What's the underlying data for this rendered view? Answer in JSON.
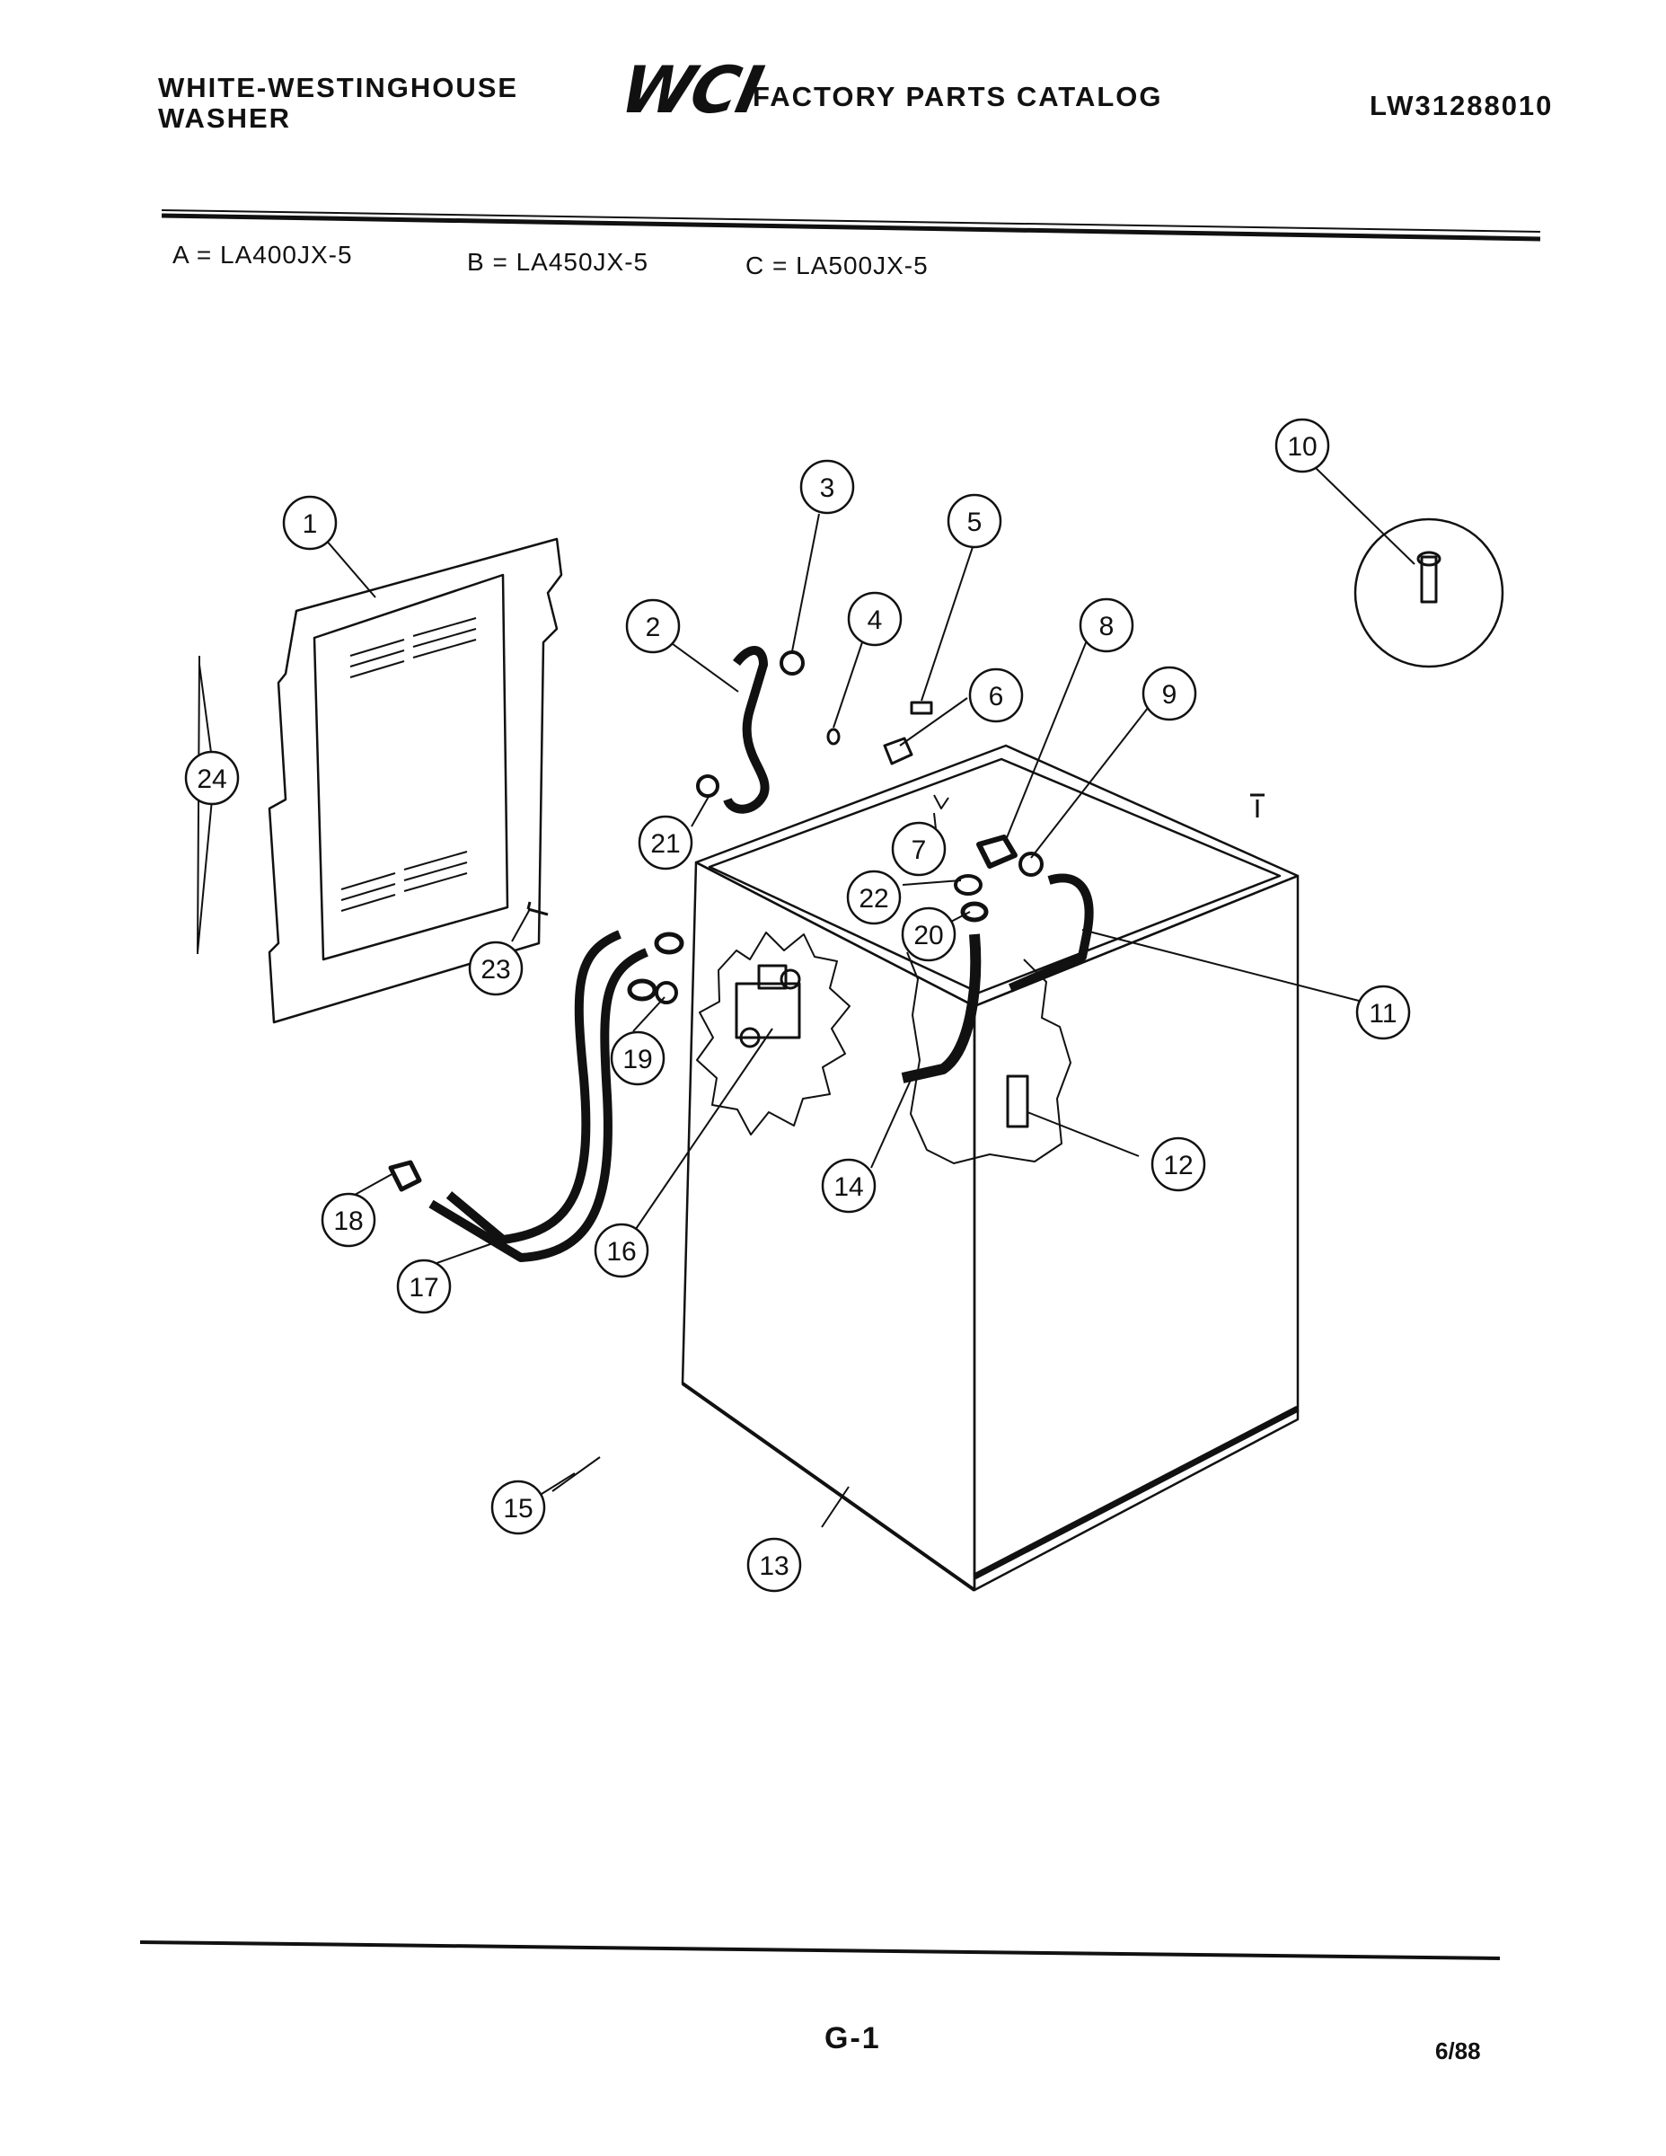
{
  "header": {
    "brand_line1": "WHITE-WESTINGHOUSE",
    "brand_line2": "WASHER",
    "logo": "WCI",
    "catalog_title": "FACTORY PARTS CATALOG",
    "doc_number": "LW31288010"
  },
  "models": [
    {
      "label": "A = LA400JX-5"
    },
    {
      "label": "B = LA450JX-5"
    },
    {
      "label": "C = LA500JX-5"
    }
  ],
  "callouts": [
    "1",
    "2",
    "3",
    "4",
    "5",
    "6",
    "7",
    "8",
    "9",
    "10",
    "11",
    "12",
    "13",
    "14",
    "15",
    "16",
    "17",
    "18",
    "19",
    "20",
    "21",
    "22",
    "23",
    "24"
  ],
  "footer": {
    "page": "G-1",
    "date": "6/88"
  }
}
